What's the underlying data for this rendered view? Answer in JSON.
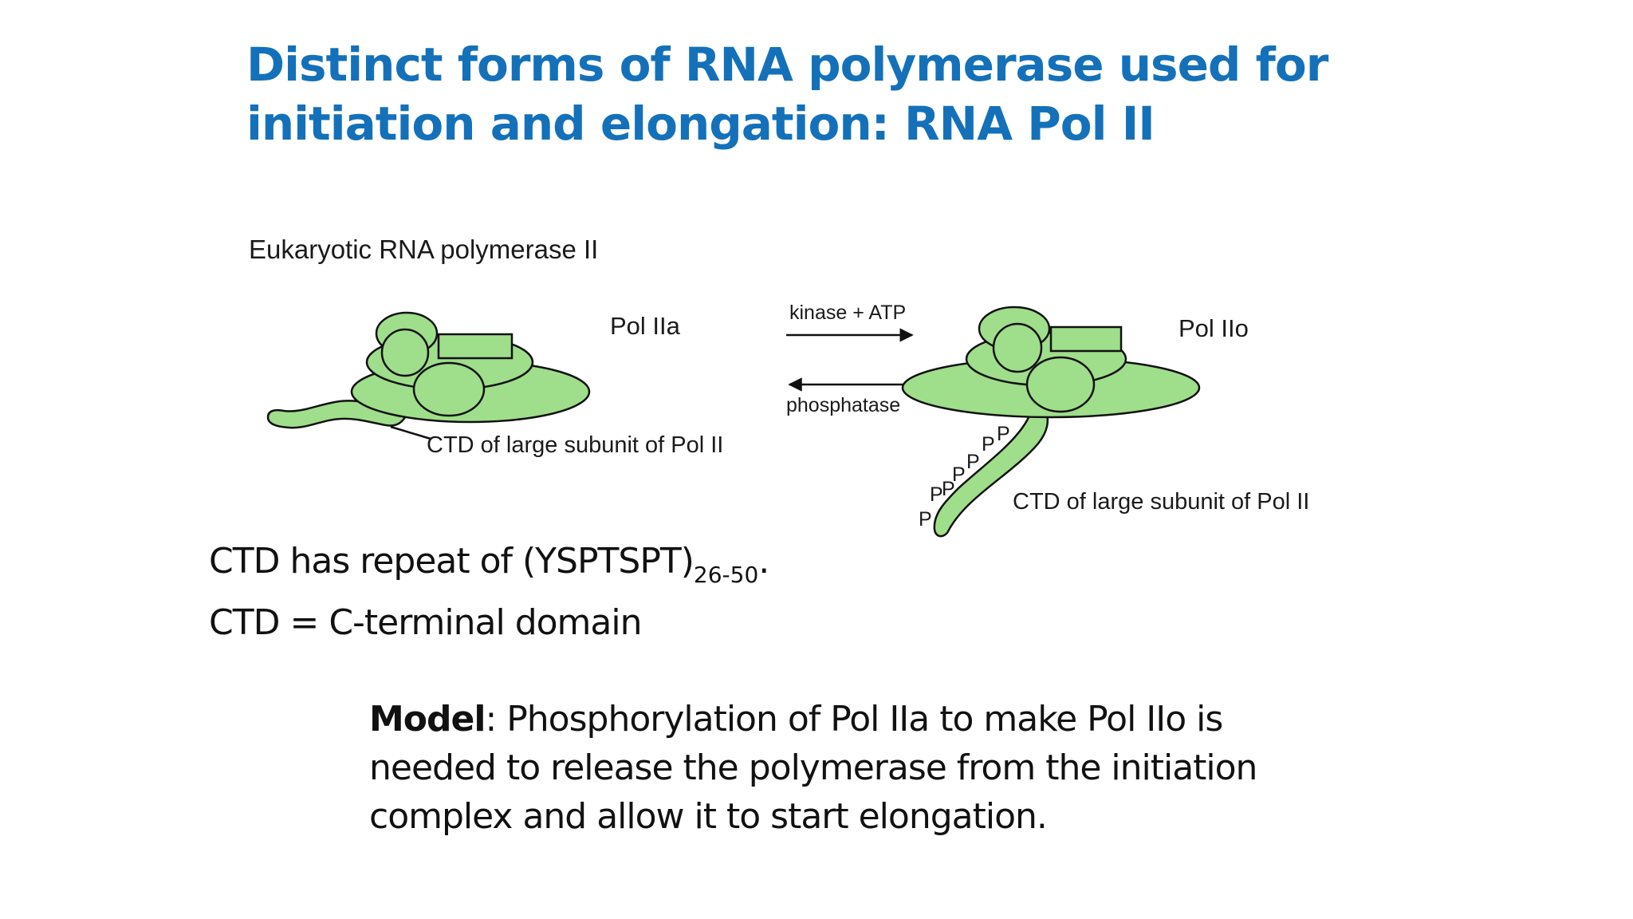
{
  "slide": {
    "title_line1": "Distinct forms of RNA polymerase used for",
    "title_line2": "initiation and elongation: RNA Pol II"
  },
  "diagram": {
    "heading": "Eukaryotic RNA polymerase II",
    "left_label": "Pol IIa",
    "right_label": "Pol IIo",
    "forward_arrow_label": "kinase + ATP",
    "reverse_arrow_label": "phosphatase",
    "left_ctd_label": "CTD of large subunit of Pol II",
    "right_ctd_label": "CTD of large subunit of Pol II",
    "phosphate_label": "P",
    "phosphate_count": 7,
    "polymerase_color": "#9fde8a"
  },
  "notes": {
    "ctd_repeat_prefix": "CTD has repeat of (YSPTSPT)",
    "ctd_repeat_subscript": "26-50",
    "ctd_repeat_suffix": ".",
    "ctd_definition": "CTD = C-terminal domain"
  },
  "model": {
    "label": "Model",
    "text": ": Phosphorylation of Pol IIa to make Pol IIo is needed to release the polymerase from the initiation complex and allow it to start elongation."
  }
}
